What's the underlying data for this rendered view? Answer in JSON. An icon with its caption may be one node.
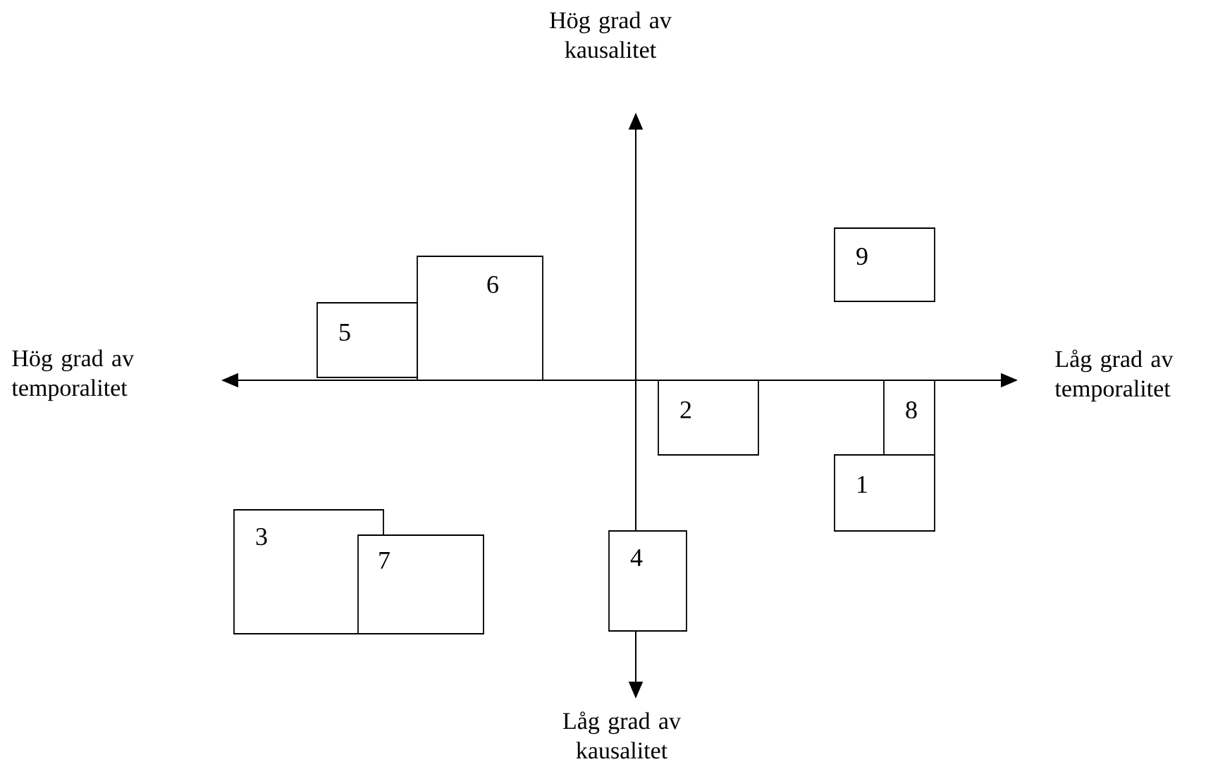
{
  "diagram": {
    "nodes": [
      {
        "text": [
          "9"
        ]
      },
      {
        "text": [
          "6"
        ]
      },
      {
        "text": [
          "5"
        ]
      },
      {
        "text": [
          "2"
        ]
      },
      {
        "text": [
          "8"
        ]
      },
      {
        "text": [
          "1"
        ]
      },
      {
        "text": [
          "3"
        ]
      },
      {
        "text": [
          "4"
        ]
      },
      {
        "text": [
          "7"
        ]
      }
    ],
    "labels": [
      "Hög grad av kausalitet",
      "Hög grad av temporalitet",
      "Låg grad av temporalitet",
      "Låg grad av kausalitet"
    ]
  }
}
